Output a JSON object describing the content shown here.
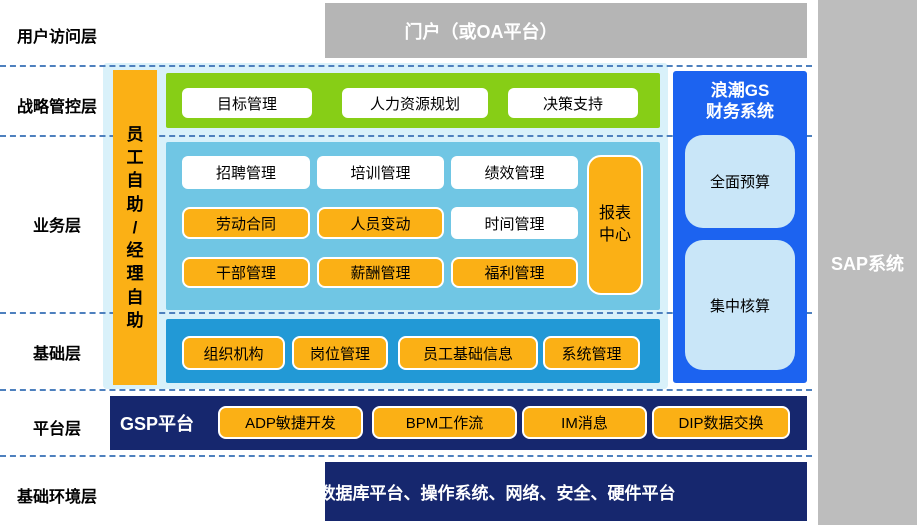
{
  "colors": {
    "orange": "#FBB015",
    "green": "#87CE16",
    "business_cyan": "#70C6E4",
    "pale_container": "#D9F1FA",
    "foundation_blue": "#2299D6",
    "langchao_blue": "#1C63F0",
    "light_blue_box": "#C9E6F8",
    "navy": "#16276E",
    "portal_gray": "#B5B5B5",
    "sap_gray": "#BDBDBD",
    "dash_blue": "#4E80BE"
  },
  "layer_labels": [
    "用户访问层",
    "战略管控层",
    "业务层",
    "基础层",
    "平台层",
    "基础环境层"
  ],
  "portal": {
    "title": "门户（或OA平台）"
  },
  "sap": {
    "label": "SAP系统"
  },
  "strategic": {
    "buttons": [
      "目标管理",
      "人力资源规划",
      "决策支持"
    ]
  },
  "self_service": {
    "chars": [
      "员",
      "工",
      "自",
      "助",
      "/",
      "经",
      "理",
      "自",
      "助"
    ]
  },
  "business": {
    "row1": [
      "招聘管理",
      "培训管理",
      "绩效管理"
    ],
    "row2": [
      "劳动合同",
      "人员变动",
      "时间管理"
    ],
    "row3": [
      "干部管理",
      "薪酬管理",
      "福利管理"
    ],
    "report_center": "报表中心"
  },
  "foundation": {
    "buttons": [
      "组织机构",
      "岗位管理",
      "员工基础信息",
      "系统管理"
    ]
  },
  "langchao": {
    "title_line1": "浪潮GS",
    "title_line2": "财务系统",
    "boxes": [
      "全面预算",
      "集中核算"
    ]
  },
  "platform": {
    "label": "GSP平台",
    "buttons": [
      "ADP敏捷开发",
      "BPM工作流",
      "IM消息",
      "DIP数据交换"
    ]
  },
  "environment": {
    "text": "数据库平台、操作系统、网络、安全、硬件平台"
  }
}
